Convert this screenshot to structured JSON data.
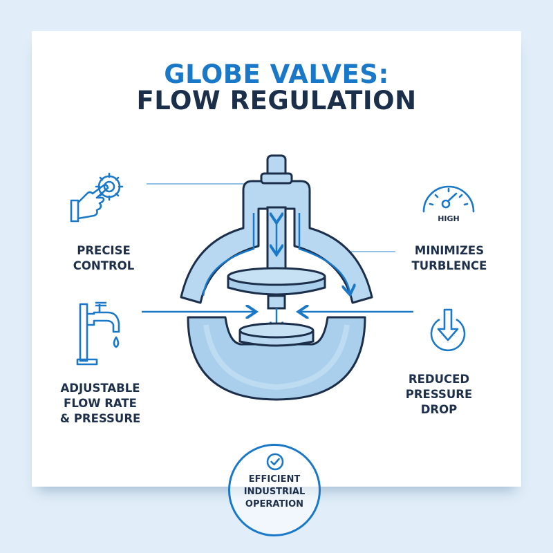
{
  "title": {
    "line1": "GLOBE VALVES:",
    "line2": "FLOW REGULATION"
  },
  "features": [
    {
      "id": "precise-control",
      "icon": "hand-gear-icon",
      "lines": [
        "PRECISE",
        "CONTROL"
      ]
    },
    {
      "id": "minimizes-turbulence",
      "icon": "gauge-icon",
      "icon_label": "HIGH",
      "lines": [
        "MINIMIZES",
        "TURBLENCE"
      ]
    },
    {
      "id": "adjustable-flow",
      "icon": "faucet-icon",
      "lines": [
        "ADJUSTABLE",
        "FLOW RATE",
        "& PRESSURE"
      ]
    },
    {
      "id": "reduced-pressure-drop",
      "icon": "arrow-down-circle-icon",
      "lines": [
        "REDUCED",
        "PRESSURE",
        "DROP"
      ]
    }
  ],
  "badge": {
    "icon": "check-circle-icon",
    "lines": [
      "EFFICIENT",
      "INDUSTRIAL",
      "OPERATION"
    ]
  },
  "colors": {
    "accent": "#1a78c8",
    "title_dark": "#1b2e4a",
    "valve_fill": "#b7d8f0",
    "valve_outline": "#1b2e4a",
    "background": "#e1eef9"
  }
}
